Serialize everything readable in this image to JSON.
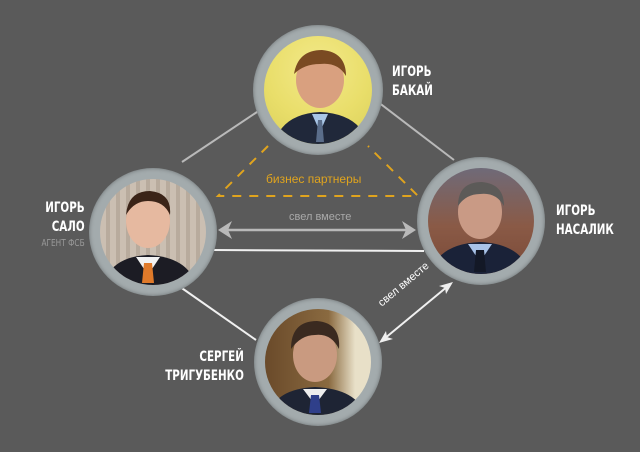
{
  "colors": {
    "background": "#5a5a5a",
    "ring": "#a3abad",
    "partner_line": "#e0a41e",
    "solid_line_light": "#b9b9b9",
    "solid_line_white": "#f0f0f0",
    "name_text": "#ffffff",
    "sub_text": "#9a9a9a"
  },
  "nodes": {
    "top": {
      "first": "ИГОРЬ",
      "last": "БАКАЙ"
    },
    "left": {
      "first": "ИГОРЬ",
      "last": "САЛО",
      "note": "АГЕНТ ФСБ"
    },
    "right": {
      "first": "ИГОРЬ",
      "last": "НАСАЛИК"
    },
    "bottom": {
      "first": "СЕРГЕЙ",
      "last": "ТРИГУБЕНКО"
    }
  },
  "edges": {
    "partners_label": "бизнес партнеры",
    "left_right_label": "свел вместе",
    "bottom_right_label": "свел вместе"
  }
}
